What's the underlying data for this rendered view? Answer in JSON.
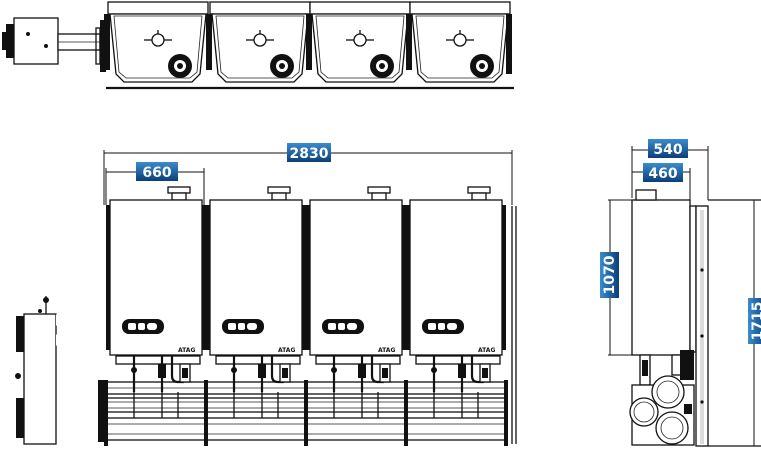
{
  "dimensions": {
    "total_width": "2830",
    "unit_width": "660",
    "side_depth_outer": "540",
    "side_depth_inner": "460",
    "unit_height": "1070",
    "total_height": "1715"
  },
  "colors": {
    "badge_top": "#2f7fc0",
    "badge_bottom": "#0b3f78",
    "line": "#111111"
  }
}
